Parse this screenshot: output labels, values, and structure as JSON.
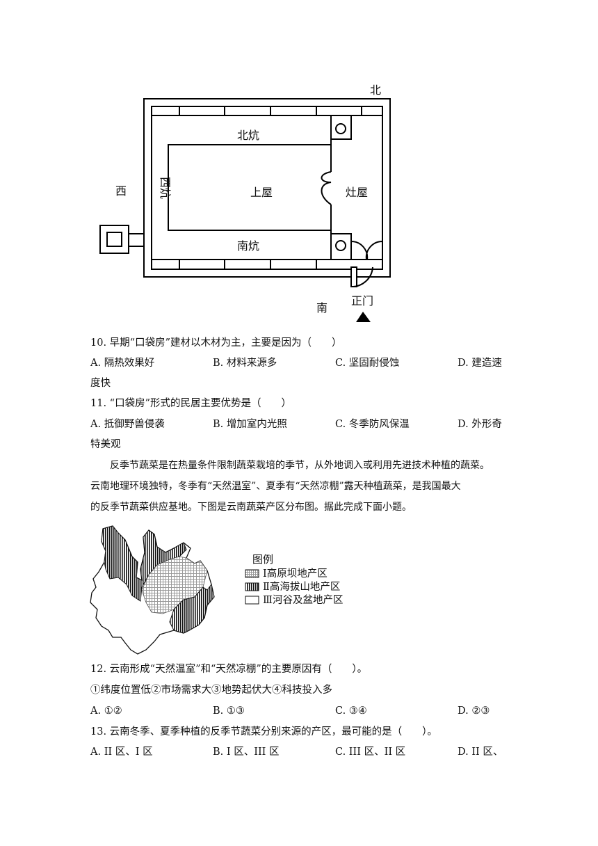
{
  "floorplan": {
    "directions": {
      "north": "北",
      "west": "西",
      "south": "南"
    },
    "rooms": {
      "north_kang": "北炕",
      "west_kang": "西炕",
      "main_room": "上屋",
      "kitchen": "灶屋",
      "south_kang": "南炕",
      "main_door": "正门"
    }
  },
  "q10": {
    "stem": "10. 早期“口袋房”建材以木材为主，主要是因为（　　）",
    "a": "A. 隔热效果好",
    "b": "B. 材料来源多",
    "c": "C. 坚固耐侵蚀",
    "d": "D. 建造速",
    "d_cont": "度快"
  },
  "q11": {
    "stem": "11. “口袋房”形式的民居主要优势是（　　）",
    "a": "A. 抵御野兽侵袭",
    "b": "B. 增加室内光照",
    "c": "C. 冬季防风保温",
    "d": "D. 外形奇",
    "d_cont": "特美观"
  },
  "passage": {
    "line1": "反季节蔬菜是在热量条件限制蔬菜栽培的季节，从外地调入或利用先进技术种植的蔬菜。",
    "line2": "云南地理环境独特，冬季有“天然温室”、夏季有“天然凉棚”露天种植蔬菜，是我国最大",
    "line3": "的反季节蔬菜供应基地。下图是云南蔬菜产区分布图。据此完成下面小题。"
  },
  "map": {
    "legend_title": "图例",
    "legend_items": [
      "Ⅰ高原坝地产区",
      "Ⅱ高海拔山地产区",
      "Ⅲ河谷及盆地产区"
    ]
  },
  "q12": {
    "stem": "12. 云南形成“天然温室”和“天然凉棚”的主要原因有（　　）。",
    "options_line": "①纬度位置低②市场需求大③地势起伏大④科技投入多",
    "a": "A. ①②",
    "b": "B. ①③",
    "c": "C. ③④",
    "d": "D. ②③"
  },
  "q13": {
    "stem": "13. 云南冬季、夏季种植的反季节蔬菜分别来源的产区，最可能的是（　　）。",
    "a": "A. II 区、I 区",
    "b": "B. I 区、III 区",
    "c": "C. III 区、II 区",
    "d": "D. II 区、"
  }
}
